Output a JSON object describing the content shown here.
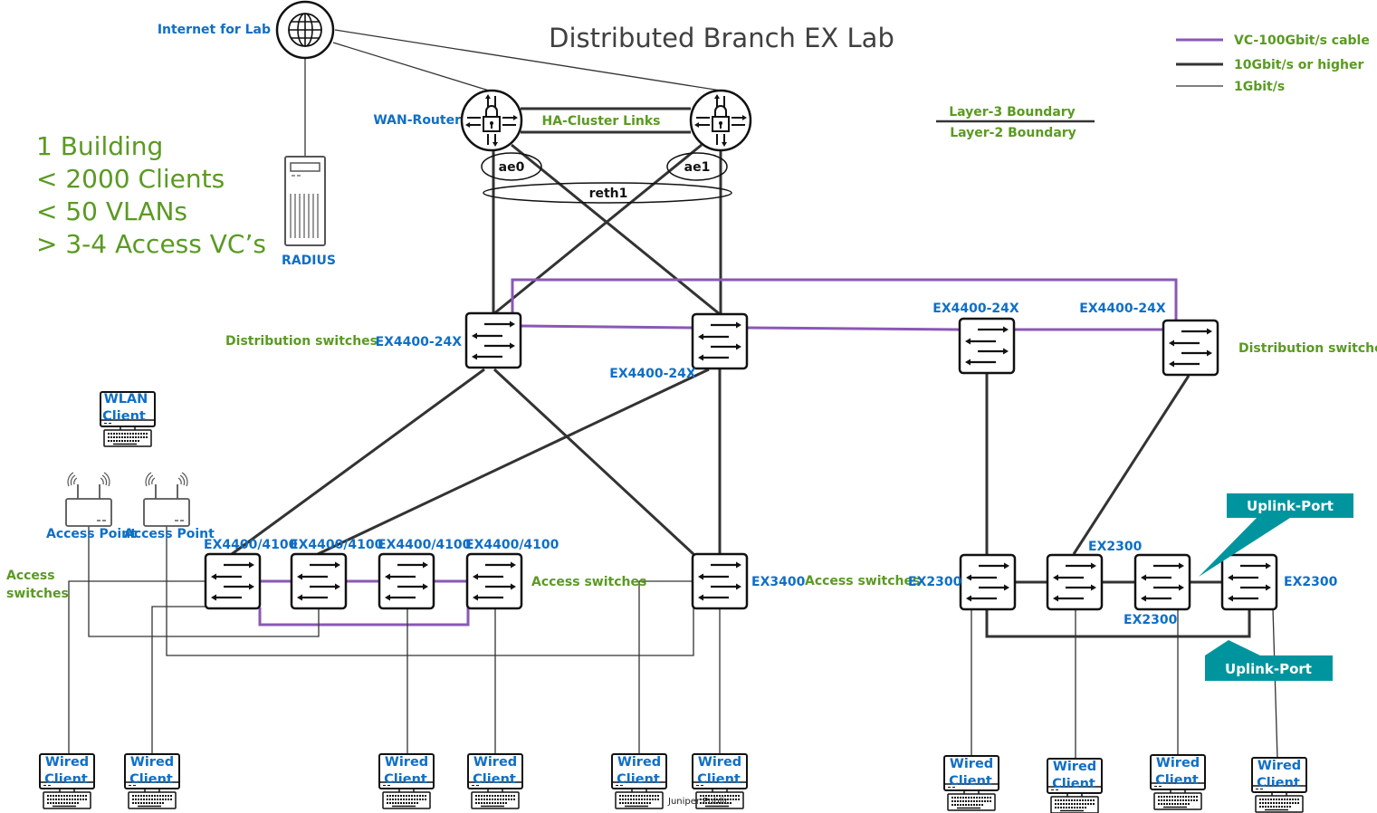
{
  "title": "Distributed Branch EX Lab",
  "summary": [
    "1 Building",
    "< 2000 Clients",
    "< 50 VLANs",
    "> 3-4 Access VC’s"
  ],
  "legend": {
    "items": [
      {
        "label": "VC-100Gbit/s cable",
        "color": "#8a58b6",
        "style": "purple-thick"
      },
      {
        "label": "10Gbit/s or higher",
        "color": "#333333",
        "style": "black-thick"
      },
      {
        "label": "1Gbit/s",
        "color": "#333333",
        "style": "black-thin"
      }
    ],
    "boundary_top": "Layer-3 Boundary",
    "boundary_bottom": "Layer-2 Boundary"
  },
  "colors": {
    "label_blue": "#0f6fc6",
    "label_green": "#5a9a22",
    "vc_purple": "#8a58b6",
    "link_black": "#333333",
    "callout_teal": "#00959e"
  },
  "nodes": {
    "internet": {
      "label": "Internet for Lab",
      "icon": "globe-icon"
    },
    "radius": {
      "label": "RADIUS",
      "icon": "server-icon"
    },
    "wan_router": {
      "label": "WAN-Router",
      "icon": "firewall-router-icon"
    },
    "ha_links": {
      "label": "HA-Cluster Links"
    },
    "ae0": {
      "label": "ae0"
    },
    "ae1": {
      "label": "ae1"
    },
    "reth1": {
      "label": "reth1"
    },
    "wlan_client": {
      "label_line1": "WLAN",
      "label_line2": "Client",
      "icon": "computer-icon"
    },
    "access_points": [
      {
        "label": "Access Point",
        "icon": "wireless-ap-icon"
      },
      {
        "label": "Access Point",
        "icon": "wireless-ap-icon"
      }
    ]
  },
  "distribution": {
    "group_label_left": "Distribution switches",
    "group_label_right": "Distribution switches",
    "switches": [
      {
        "model": "EX4400-24X"
      },
      {
        "model": "EX4400-24X"
      },
      {
        "model": "EX4400-24X"
      },
      {
        "model": "EX4400-24X"
      }
    ]
  },
  "access": {
    "group_label_left_line1": "Access",
    "group_label_left_line2": "switches",
    "group_label_mid": "Access switches",
    "group_label_right": "Access switches",
    "left_vc": [
      {
        "model": "EX4400/4100"
      },
      {
        "model": "EX4400/4100"
      },
      {
        "model": "EX4400/4100"
      },
      {
        "model": "EX4400/4100"
      }
    ],
    "standalone": {
      "model": "EX3400"
    },
    "right_chain": [
      {
        "model": "EX2300"
      },
      {
        "model": "EX2300"
      },
      {
        "model": "EX2300"
      },
      {
        "model": "EX2300"
      }
    ]
  },
  "callouts": [
    {
      "label": "Uplink-Port"
    },
    {
      "label": "Uplink-Port"
    }
  ],
  "wired_clients": [
    {
      "line1": "Wired",
      "line2": "Client"
    },
    {
      "line1": "Wired",
      "line2": "Client"
    },
    {
      "line1": "Wired",
      "line2": "Client"
    },
    {
      "line1": "Wired",
      "line2": "Client"
    },
    {
      "line1": "Wired",
      "line2": "Client"
    },
    {
      "line1": "Wired",
      "line2": "Client"
    },
    {
      "line1": "Wired",
      "line2": "Client"
    },
    {
      "line1": "Wired",
      "line2": "Client"
    },
    {
      "line1": "Wired",
      "line2": "Client"
    },
    {
      "line1": "Wired",
      "line2": "Client"
    }
  ],
  "footer": "Juniper Public"
}
